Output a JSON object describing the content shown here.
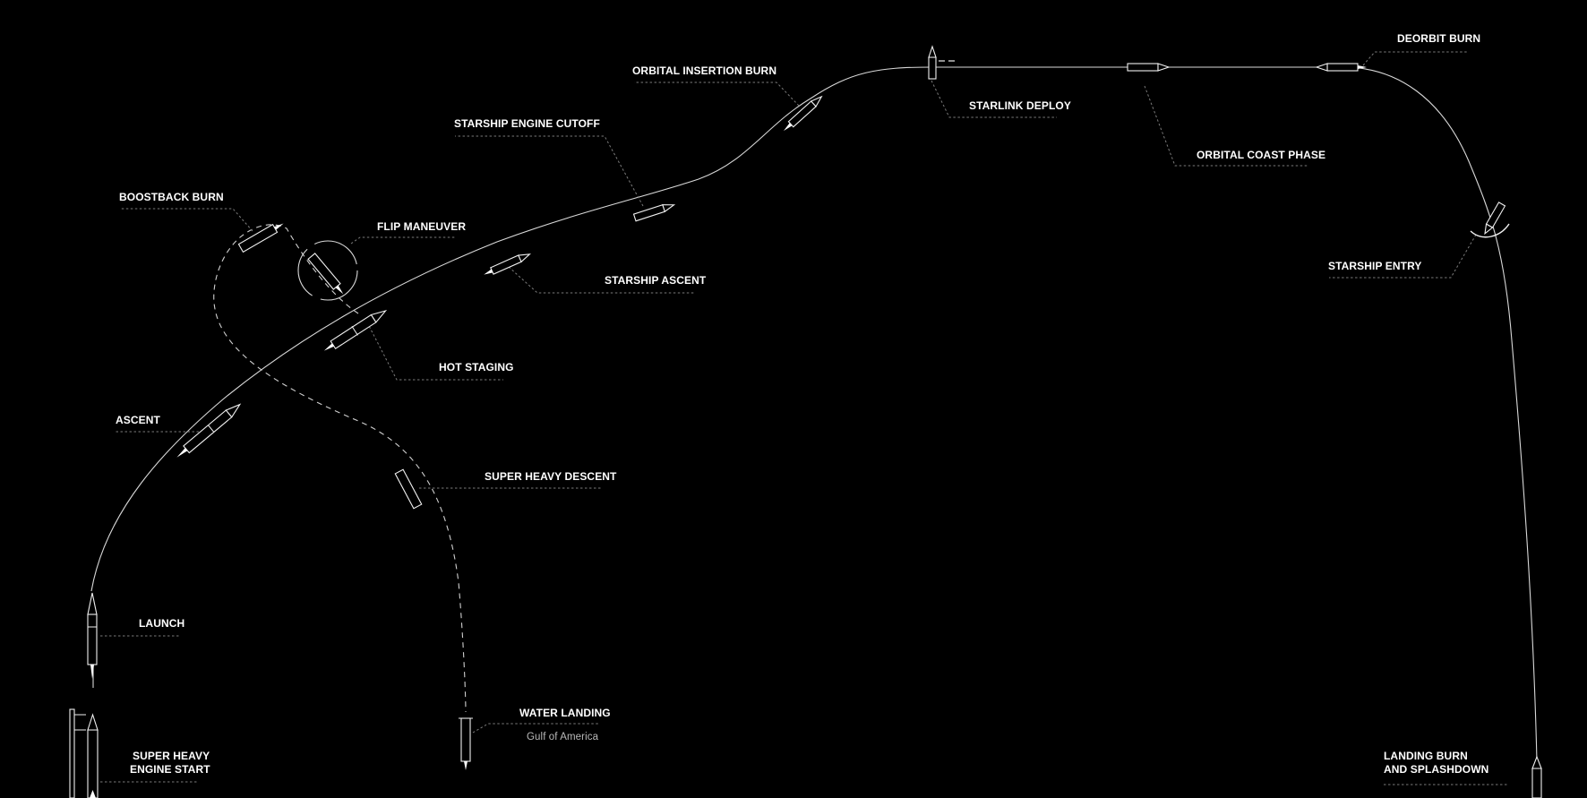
{
  "labels": {
    "deorbit_burn": "DEORBIT BURN",
    "orbital_insertion_burn": "ORBITAL INSERTION BURN",
    "starlink_deploy": "STARLINK DEPLOY",
    "starship_engine_cutoff": "STARSHIP ENGINE CUTOFF",
    "orbital_coast_phase": "ORBITAL COAST PHASE",
    "boostback_burn": "BOOSTBACK BURN",
    "flip_maneuver": "FLIP MANEUVER",
    "starship_ascent": "STARSHIP ASCENT",
    "starship_entry": "STARSHIP ENTRY",
    "hot_staging": "HOT STAGING",
    "ascent": "ASCENT",
    "super_heavy_descent": "SUPER HEAVY DESCENT",
    "launch": "LAUNCH",
    "water_landing": "WATER LANDING",
    "water_landing_location": "Gulf of America",
    "super_heavy_engine_start_line1": "SUPER HEAVY",
    "super_heavy_engine_start_line2": "ENGINE START",
    "landing_burn_line1": "LANDING BURN",
    "landing_burn_line2": "AND SPLASHDOWN"
  },
  "colors": {
    "background": "#000000",
    "trajectory": "#d8d8d8",
    "leader": "#7a7a7a",
    "text": "#ffffff"
  }
}
